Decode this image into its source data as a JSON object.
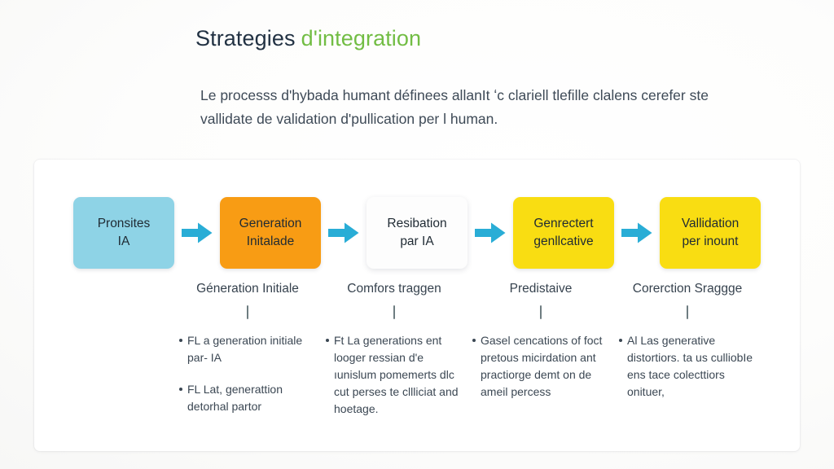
{
  "header": {
    "title_primary": "Strategies",
    "title_accent": "d'integration",
    "subtitle": "Le processs d'hybada humant définees allanIt ʻc clariell tlefille clalens cerefer ste vallidate de validation d'pullication per l human."
  },
  "colors": {
    "title_dark": "#223243",
    "title_green": "#72bd44",
    "node_blue": "#8ed3e6",
    "node_orange": "#f89c14",
    "node_white": "#fdfdfd",
    "node_yellow": "#f9dd12",
    "arrow": "#29add6",
    "text_body": "#3b4753",
    "connector": "#55666b"
  },
  "flow": {
    "nodes": [
      {
        "label": "Pronsites\nIA",
        "color_name": "blue"
      },
      {
        "label": "Generation\nInitalade",
        "color_name": "orange"
      },
      {
        "label": "Resibation\npar IA",
        "color_name": "white"
      },
      {
        "label": "Genrectert\ngenllcative",
        "color_name": "yellow"
      },
      {
        "label": "Vallidation\nper inount",
        "color_name": "yellow"
      }
    ],
    "arrow_count": 4,
    "arrow_icon": "arrow-right-icon"
  },
  "captions": [
    {
      "text": "Géneration Initiale"
    },
    {
      "text": "Comfors traggen"
    },
    {
      "text": "Predistaive"
    },
    {
      "text": "Corerction Sraggge"
    }
  ],
  "columns": [
    {
      "bullets": [
        "FL a generation initiale par- IA",
        "FL Lat, generattion detorhal partor"
      ]
    },
    {
      "bullets": [
        "Ft La generations ent looger ressian d'e ıunislum pomemerts dlc cut perses te cllliciat and hoetage."
      ]
    },
    {
      "bullets": [
        "Gasel cencations of foct pretous micirdation ant practiorge demt on de ameil percess"
      ]
    },
    {
      "bullets": [
        "Al Las generative distortiors. ta us culliobIe ens tace colecttiors onituer,"
      ]
    }
  ]
}
